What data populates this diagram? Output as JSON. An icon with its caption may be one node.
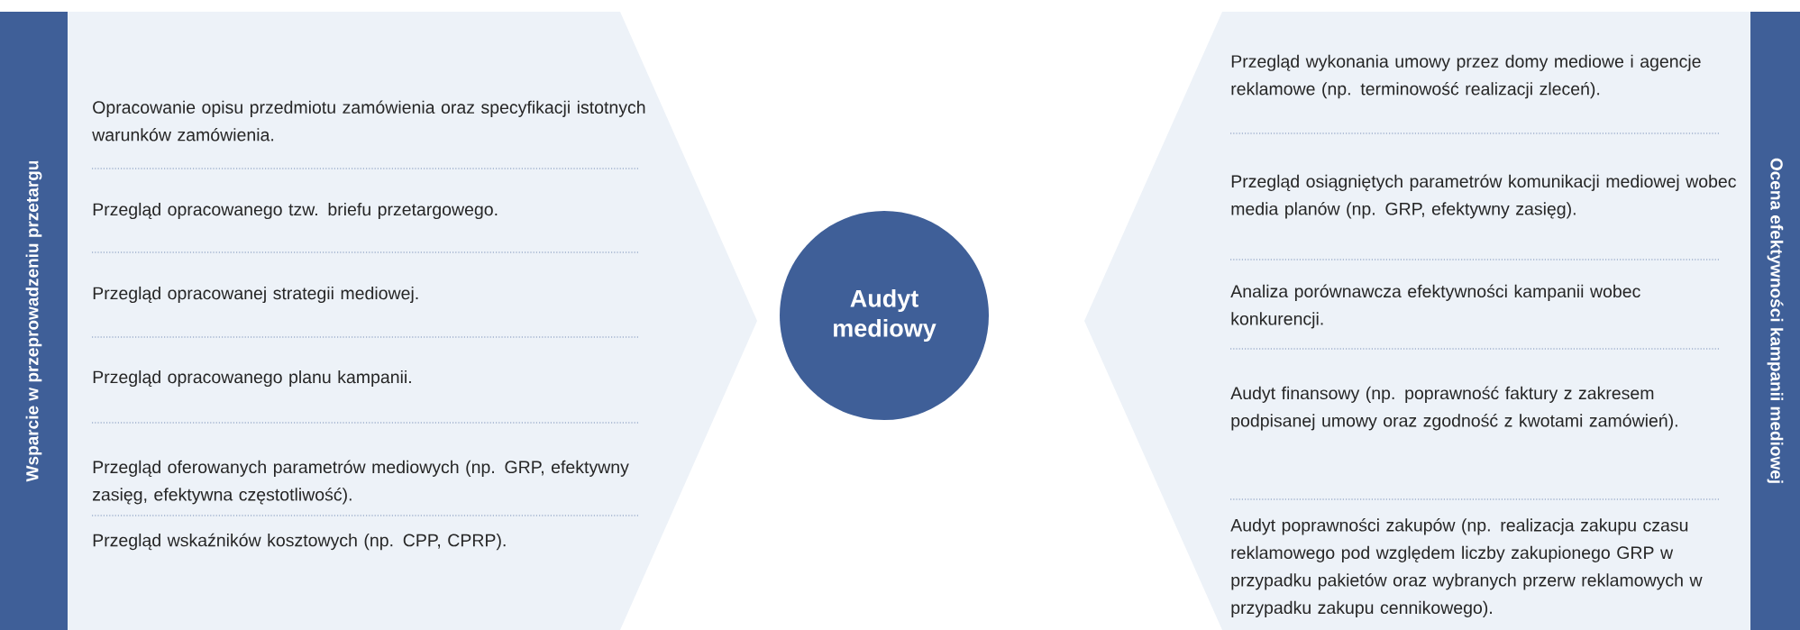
{
  "diagram": {
    "nodes": [
      {
        "text": [
          "Wsparcie w przeprowadzeniu przetargu"
        ]
      },
      {
        "text": [
          "Opracowanie opisu przedmiotu zamówienia oraz specyfikacji istotnych warunków zamówienia.",
          "Przegląd opracowanego tzw. briefu przetargowego.",
          "Przegląd opracowanej strategii mediowej.",
          "Przegląd opracowanego planu kampanii.",
          "Przegląd oferowanych parametrów mediowych (np. GRP, efektywny zasięg, efektywna częstotliwość).",
          "Przegląd wskaźników kosztowych (np. CPP, CPRP)."
        ]
      },
      {
        "text": [
          "Audyt mediowy"
        ]
      },
      {
        "text": [
          "Przegląd wykonania umowy przez domy mediowe i agencje reklamowe (np. terminowość realizacji zleceń).",
          "Przegląd osiągniętych parametrów komunikacji mediowej wobec media planów (np. GRP, efektywny zasięg).",
          "Analiza porównawcza efektywności kampanii wobec konkurencji.",
          "Audyt finansowy (np. poprawność faktury z zakresem podpisanej umowy oraz zgodność z kwotami zamówień).",
          "Audyt poprawności zakupów (np. realizacja zakupu czasu reklamowego pod względem liczby zakupionego GRP w przypadku pakietów oraz wybranych przerw reklamowych w przypadku zakupu cennikowego)."
        ]
      },
      {
        "text": [
          "Ocena efektywności kampanii mediowej"
        ]
      }
    ]
  }
}
